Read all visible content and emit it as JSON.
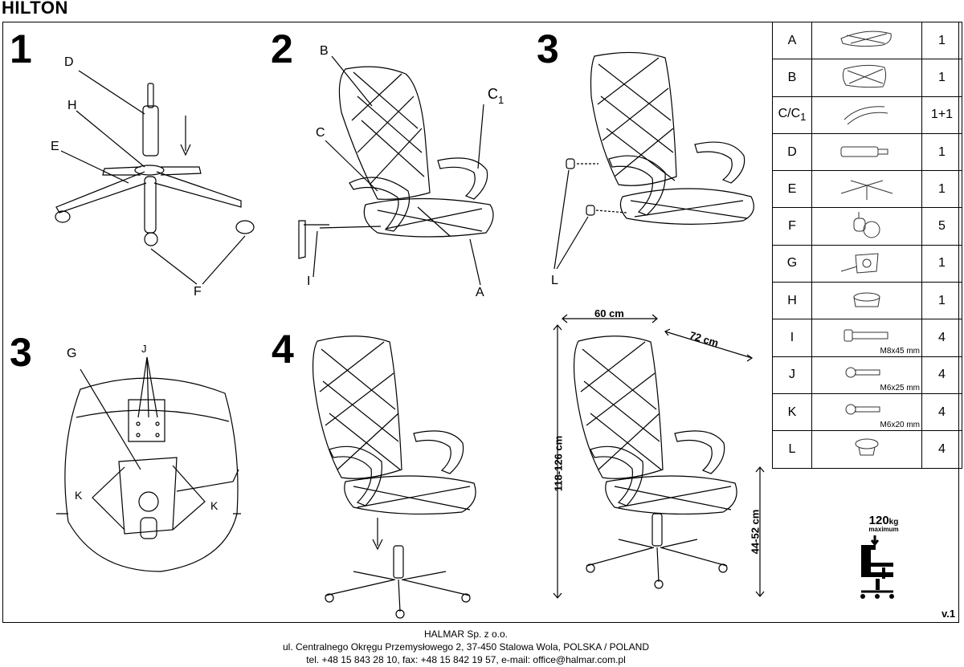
{
  "title": "HILTON",
  "steps": [
    "1",
    "2",
    "3",
    "3",
    "4"
  ],
  "labels": {
    "s1": [
      "D",
      "H",
      "E",
      "F"
    ],
    "s2": [
      "B",
      "C",
      "1",
      "C",
      "I",
      "A"
    ],
    "s3": [
      "L"
    ],
    "s3b": [
      "G",
      "J",
      "K",
      "K"
    ]
  },
  "parts": [
    {
      "letter": "A",
      "qty": "1",
      "spec": "",
      "icon": "seat-icon"
    },
    {
      "letter": "B",
      "qty": "1",
      "spec": "",
      "icon": "backrest-icon"
    },
    {
      "letter": "C/C",
      "sub": "1",
      "qty": "1+1",
      "spec": "",
      "icon": "armrest-icon"
    },
    {
      "letter": "D",
      "qty": "1",
      "spec": "",
      "icon": "gas-lift-icon"
    },
    {
      "letter": "E",
      "qty": "1",
      "spec": "",
      "icon": "base-star-icon"
    },
    {
      "letter": "F",
      "qty": "5",
      "spec": "",
      "icon": "caster-icon"
    },
    {
      "letter": "G",
      "qty": "1",
      "spec": "",
      "icon": "mechanism-icon"
    },
    {
      "letter": "H",
      "qty": "1",
      "spec": "",
      "icon": "cover-ring-icon"
    },
    {
      "letter": "I",
      "qty": "4",
      "spec": "M8x45 mm",
      "icon": "bolt-icon"
    },
    {
      "letter": "J",
      "qty": "4",
      "spec": "M6x25 mm",
      "icon": "screw-icon"
    },
    {
      "letter": "K",
      "qty": "4",
      "spec": "M6x20 mm",
      "icon": "screw-icon"
    },
    {
      "letter": "L",
      "qty": "4",
      "spec": "",
      "icon": "cap-icon"
    }
  ],
  "dimensions": {
    "width": "60 cm",
    "depth": "72 cm",
    "height": "118-126 cm",
    "seat_height": "44-52 cm"
  },
  "max_load": {
    "value": "120",
    "unit": "kg",
    "note": "maximum"
  },
  "version": "v.1",
  "footer": {
    "company": "HALMAR Sp. z o.o.",
    "address": "ul. Centralnego Okręgu Przemysłowego 2, 37-450 Stalowa Wola, POLSKA / POLAND",
    "contact": "tel. +48 15 843 28 10, fax: +48 15 842 19 57, e-mail: office@halmar.com.pl"
  }
}
